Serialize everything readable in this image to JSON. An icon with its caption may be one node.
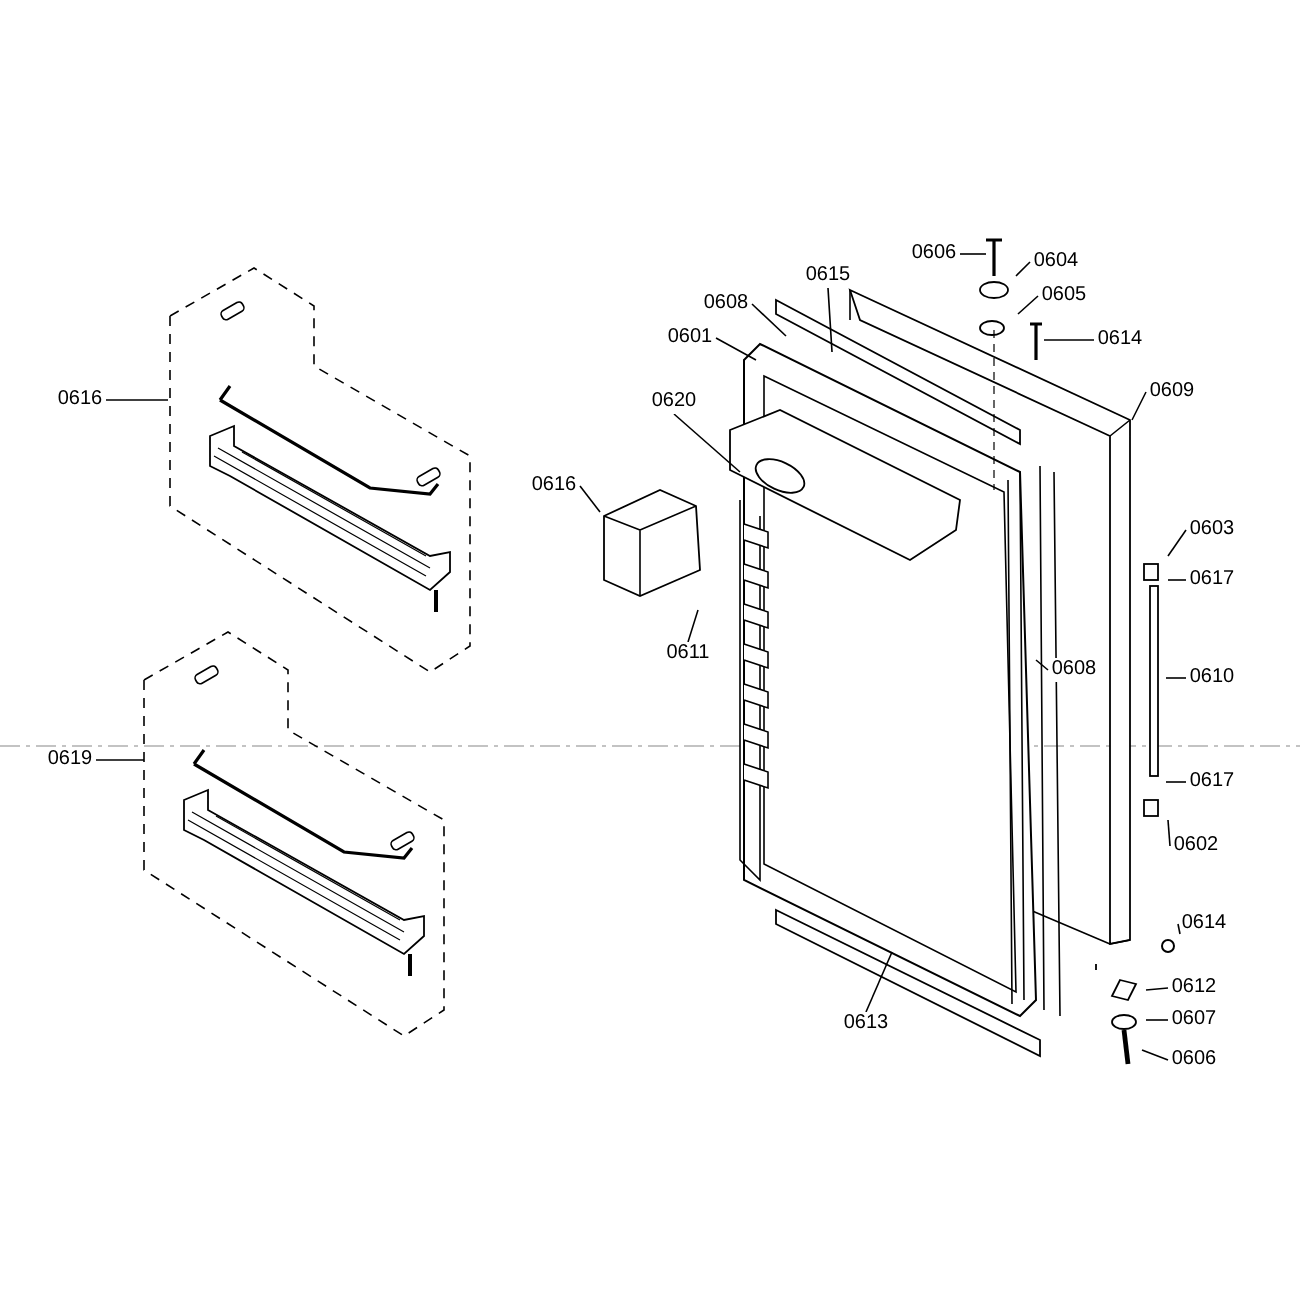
{
  "diagram": {
    "nodes": [
      {
        "text": [
          "0616"
        ]
      },
      {
        "text": [
          "0619"
        ]
      },
      {
        "text": [
          "0606"
        ]
      },
      {
        "text": [
          "0604"
        ]
      },
      {
        "text": [
          "0605"
        ]
      },
      {
        "text": [
          "0614"
        ]
      },
      {
        "text": [
          "0615"
        ]
      },
      {
        "text": [
          "0608"
        ]
      },
      {
        "text": [
          "0601"
        ]
      },
      {
        "text": [
          "0620"
        ]
      },
      {
        "text": [
          "0616"
        ]
      },
      {
        "text": [
          "0609"
        ]
      },
      {
        "text": [
          "0603"
        ]
      },
      {
        "text": [
          "0617"
        ]
      },
      {
        "text": [
          "0611"
        ]
      },
      {
        "text": [
          "0608"
        ]
      },
      {
        "text": [
          "0610"
        ]
      },
      {
        "text": [
          "0617"
        ]
      },
      {
        "text": [
          "0602"
        ]
      },
      {
        "text": [
          "0614"
        ]
      },
      {
        "text": [
          "0612"
        ]
      },
      {
        "text": [
          "0607"
        ]
      },
      {
        "text": [
          "0606"
        ]
      },
      {
        "text": [
          "0613"
        ]
      }
    ],
    "edges": [
      {
        "from": 0,
        "to": null,
        "arrow": "none"
      },
      {
        "from": 1,
        "to": null,
        "arrow": "none"
      },
      {
        "from": 2,
        "to": null,
        "arrow": "none"
      },
      {
        "from": 3,
        "to": null,
        "arrow": "none"
      },
      {
        "from": 4,
        "to": null,
        "arrow": "none"
      },
      {
        "from": 5,
        "to": null,
        "arrow": "none"
      },
      {
        "from": 6,
        "to": null,
        "arrow": "none"
      },
      {
        "from": 7,
        "to": null,
        "arrow": "none"
      },
      {
        "from": 8,
        "to": null,
        "arrow": "none"
      },
      {
        "from": 9,
        "to": null,
        "arrow": "none"
      },
      {
        "from": 10,
        "to": null,
        "arrow": "none"
      },
      {
        "from": 11,
        "to": null,
        "arrow": "none"
      },
      {
        "from": 12,
        "to": null,
        "arrow": "none"
      },
      {
        "from": 13,
        "to": null,
        "arrow": "none"
      },
      {
        "from": 14,
        "to": null,
        "arrow": "none"
      },
      {
        "from": 15,
        "to": null,
        "arrow": "none"
      },
      {
        "from": 16,
        "to": null,
        "arrow": "none"
      },
      {
        "from": 17,
        "to": null,
        "arrow": "none"
      },
      {
        "from": 18,
        "to": null,
        "arrow": "none"
      },
      {
        "from": 19,
        "to": null,
        "arrow": "none"
      },
      {
        "from": 20,
        "to": null,
        "arrow": "none"
      },
      {
        "from": 21,
        "to": null,
        "arrow": "none"
      },
      {
        "from": 22,
        "to": null,
        "arrow": "none"
      },
      {
        "from": 23,
        "to": null,
        "arrow": "none"
      }
    ]
  }
}
